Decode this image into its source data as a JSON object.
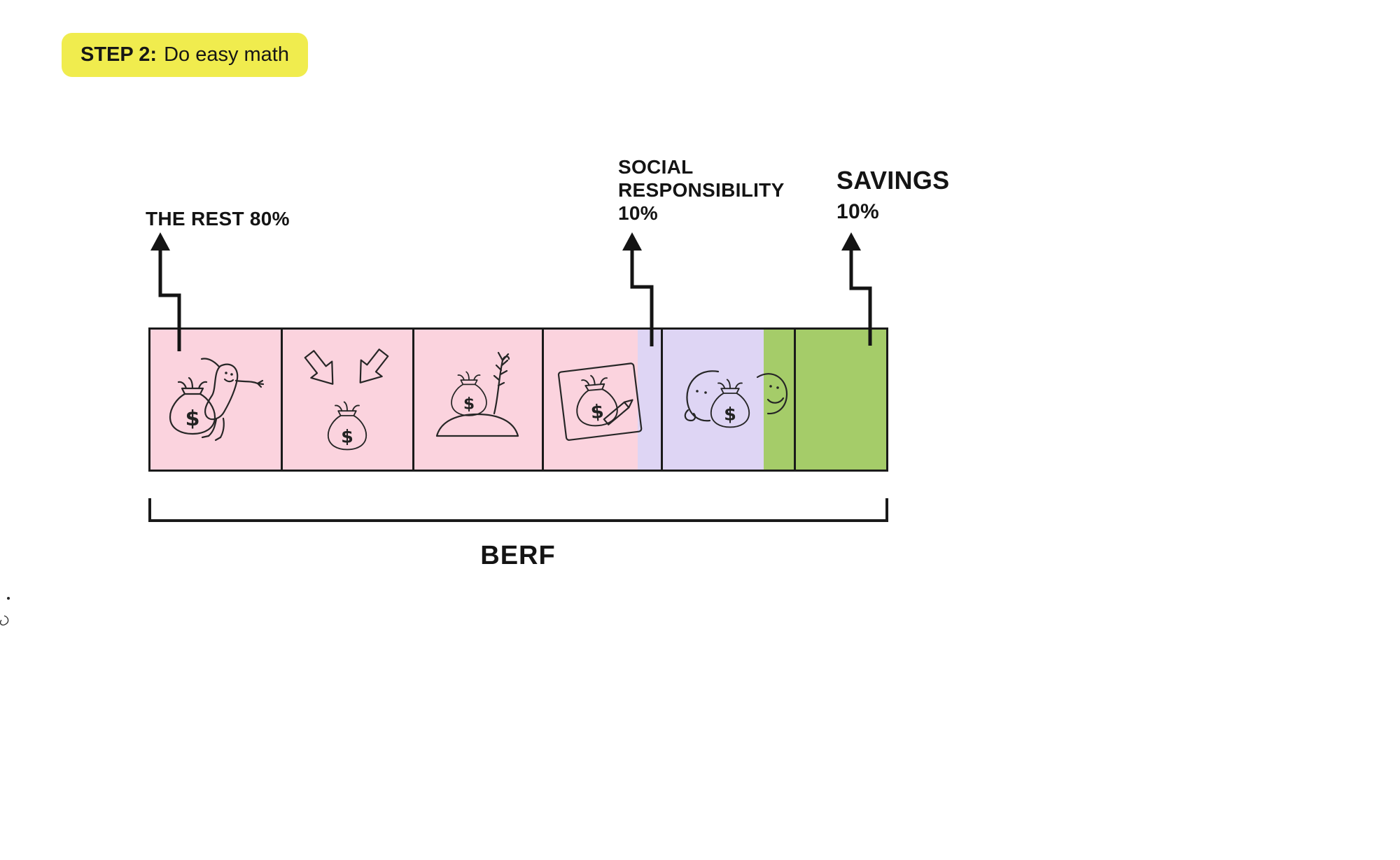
{
  "step_badge": {
    "prefix": "STEP 2:",
    "text": "Do easy math"
  },
  "labels": {
    "rest": "THE REST 80%",
    "social": [
      "SOCIAL",
      "RESPONSIBILITY",
      "10%"
    ],
    "savings_title": "SAVINGS",
    "savings_pct": "10%",
    "bracket_label": "BERF"
  },
  "segments": [
    {
      "name": "THE REST",
      "percent": 80,
      "color": "#fbd3de"
    },
    {
      "name": "SOCIAL RESPONSIBILITY",
      "percent": 10,
      "color": "#ded5f4"
    },
    {
      "name": "SAVINGS",
      "percent": 10,
      "color": "#a5cc69"
    }
  ],
  "colors": {
    "badge_yellow": "#f0ec4e",
    "ink": "#161616"
  },
  "doodles": {
    "dollar": "$",
    "cell1": "money-bag-with-dancing-sausage",
    "cell2": "arrows-into-money-bag",
    "cell3": "money-bag-sprouting-plant",
    "cell4": "money-bag-drawn-on-paper-with-pencil",
    "cell5": "two-people-discussing-money-bag"
  }
}
